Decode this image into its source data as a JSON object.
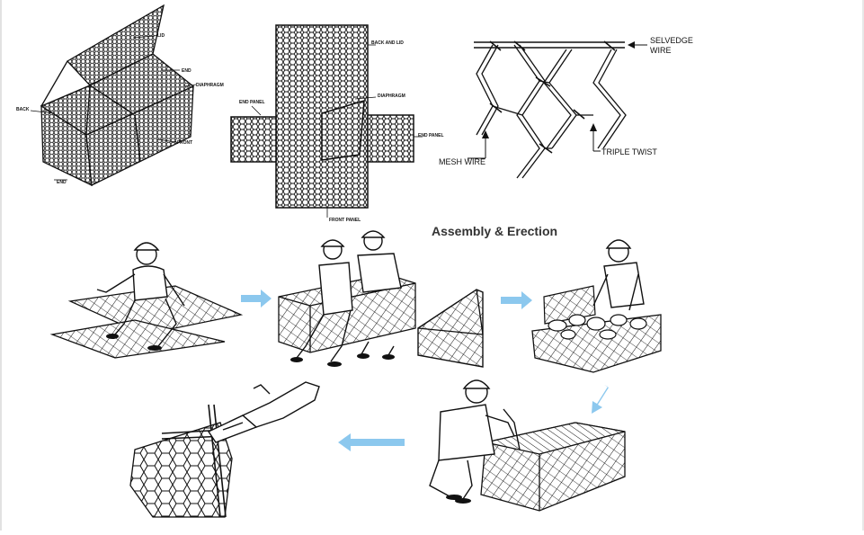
{
  "diagram": {
    "heading": "Assembly & Erection",
    "box_labels": {
      "lid": "LID",
      "end_top": "END",
      "diaphragm": "DIAPHRAGM",
      "back": "BACK",
      "front": "FRONT",
      "end_bottom": "END"
    },
    "unfolded_labels": {
      "back_and_lid": "BACK AND LID",
      "diaphragm": "DIAPHRAGM",
      "end_panel_left": "END PANEL",
      "end_panel_right": "END PANEL",
      "front_panel": "FRONT PANEL"
    },
    "detail_labels": {
      "selvedge_line1": "SELVEDGE",
      "selvedge_line2": "WIRE",
      "triple_twist": "TRIPLE TWIST",
      "mesh_wire": "MESH WIRE"
    },
    "arrow_color": "#8cc8ee",
    "icons": [
      "gabion-box-icon",
      "unfolded-panel-icon",
      "mesh-detail-icon",
      "worker-unfold-icon",
      "workers-assemble-icon",
      "gabion-end-icon",
      "worker-fill-icon",
      "worker-close-icon",
      "wire-tie-icon"
    ]
  }
}
